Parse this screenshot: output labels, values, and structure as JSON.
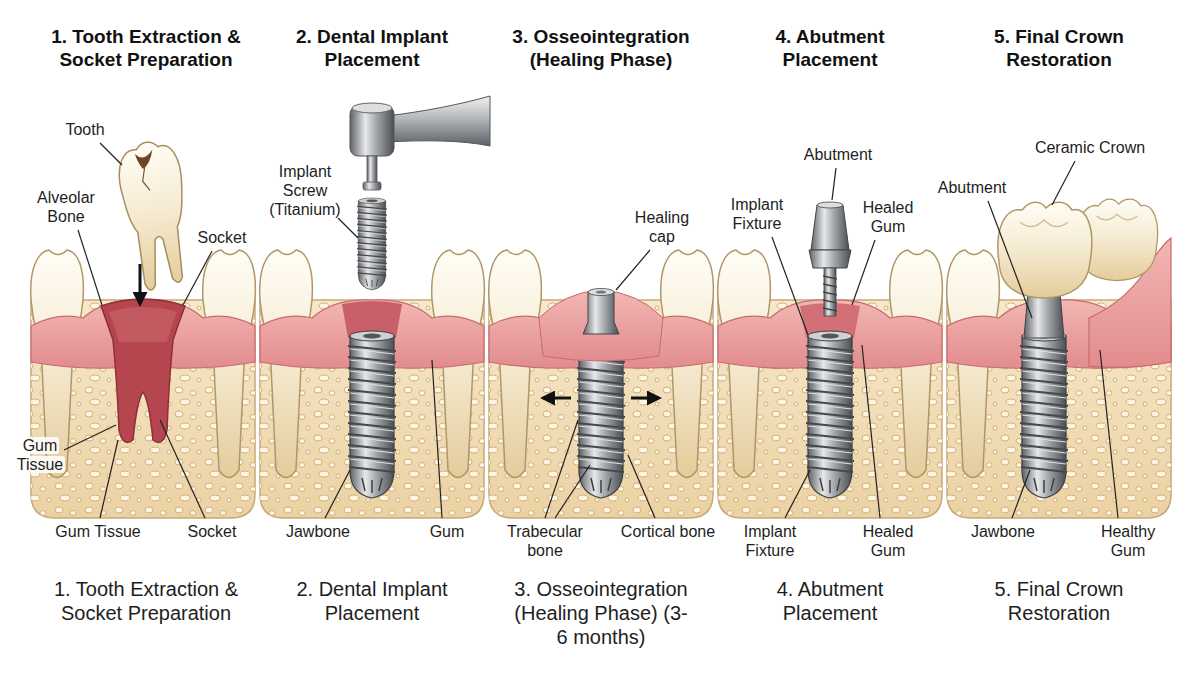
{
  "diagram": {
    "labels": [
      "1. Tooth Extraction & Socket Preparation",
      "2. Dental Implant Placement",
      "3. Osseointegration (Healing Phase)",
      "4. Abutment Placement",
      "5. Final Crown Restoration",
      "Tooth",
      "Alveolar Bone",
      "Socket",
      "Gum Tissue",
      "Gum Tissue",
      "Socket",
      "Implant Screw (Titanium)",
      "Jawbone",
      "Gum",
      "Healing cap",
      "Trabecular bone",
      "Cortical bone",
      "Abutment",
      "Implant Fixture",
      "Healed Gum",
      "Implant Fixture",
      "Healed Gum",
      "Ceramic Crown",
      "Abutment",
      "Jawbone",
      "Healthy Gum",
      "1. Tooth Extraction & Socket Preparation",
      "2. Dental Implant Placement",
      "3. Osseointegration (Healing Phase) (3-6 months)",
      "4. Abutment Placement",
      "5. Final Crown Restoration"
    ]
  }
}
